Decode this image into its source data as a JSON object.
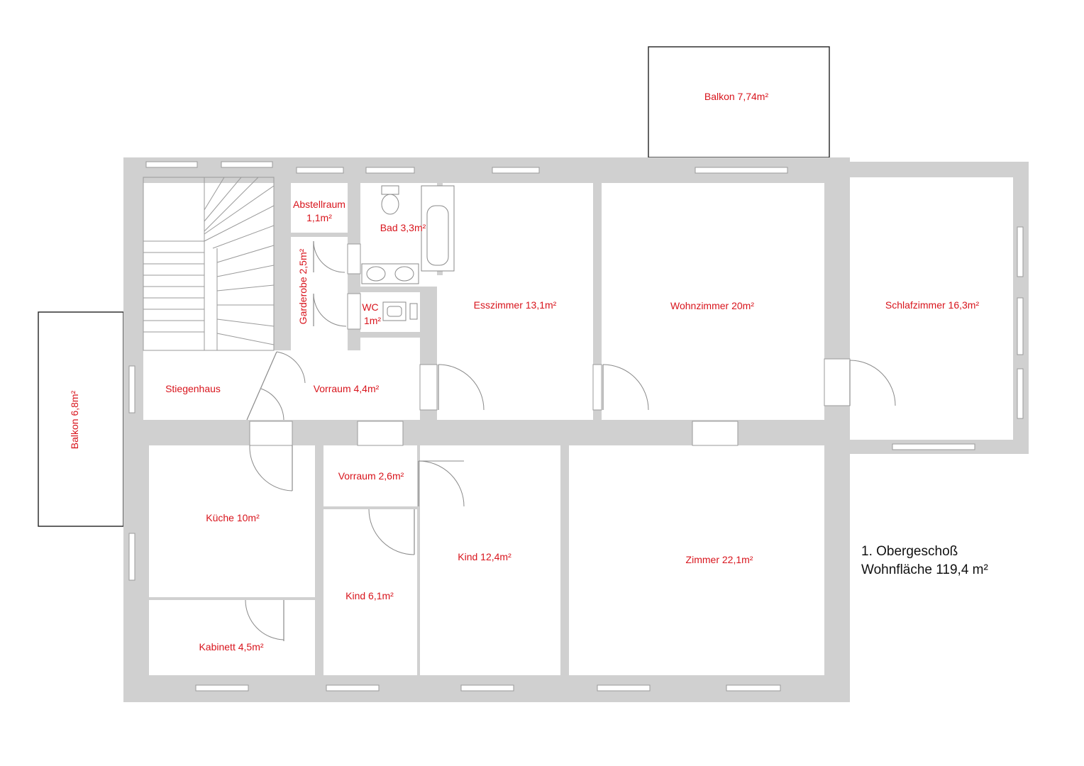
{
  "plan": {
    "rooms": {
      "balkon_top": "Balkon 7,74m²",
      "balkon_left": "Balkon 6,8m²",
      "abstellraum_name": "Abstellraum",
      "abstellraum_area": "1,1m²",
      "bad": "Bad 3,3m²",
      "garderobe": "Garderobe 2,5m²",
      "wc_name": "WC",
      "wc_area": "1m²",
      "esszimmer": "Esszimmer 13,1m²",
      "wohnzimmer": "Wohnzimmer 20m²",
      "schlafzimmer": "Schlafzimmer 16,3m²",
      "stiegenhaus": "Stiegenhaus",
      "vorraum_1": "Vorraum 4,4m²",
      "vorraum_2": "Vorraum 2,6m²",
      "kueche": "Küche 10m²",
      "kabinett": "Kabinett 4,5m²",
      "kind_small": "Kind 6,1m²",
      "kind_large": "Kind 12,4m²",
      "zimmer": "Zimmer 22,1m²"
    },
    "caption": {
      "floor": "1. Obergeschoß",
      "living_area": "Wohnfläche 119,4 m²"
    }
  }
}
